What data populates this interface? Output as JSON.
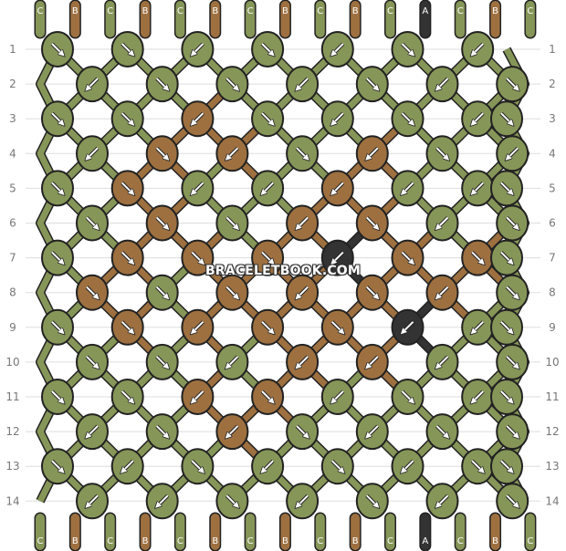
{
  "colors": {
    "A": "#333333",
    "B": "#9e7040",
    "C": "#869658",
    "outline": "#222222",
    "arrow": "#ffffff",
    "guideline": "#dddddd"
  },
  "top_strands": [
    "C",
    "B",
    "C",
    "B",
    "C",
    "B",
    "C",
    "B",
    "C",
    "B",
    "C",
    "A",
    "C",
    "B",
    "C"
  ],
  "bottom_strands": [
    "C",
    "B",
    "C",
    "B",
    "C",
    "B",
    "C",
    "B",
    "C",
    "B",
    "C",
    "A",
    "C",
    "B",
    "C"
  ],
  "row_labels": [
    "1",
    "2",
    "3",
    "4",
    "5",
    "6",
    "7",
    "8",
    "9",
    "10",
    "11",
    "12",
    "13",
    "14"
  ],
  "knot_colors": [
    [
      "C",
      "C",
      "C",
      "C",
      "C",
      "C",
      "C"
    ],
    [
      "C",
      "C",
      "C",
      "C",
      "C",
      "C",
      "C"
    ],
    [
      "C",
      "C",
      "B",
      "C",
      "C",
      "C",
      "C",
      "C"
    ],
    [
      "C",
      "B",
      "B",
      "C",
      "B",
      "C",
      "C"
    ],
    [
      "C",
      "B",
      "C",
      "C",
      "B",
      "C",
      "C",
      "C"
    ],
    [
      "C",
      "B",
      "C",
      "B",
      "B",
      "C",
      "C"
    ],
    [
      "C",
      "B",
      "B",
      "B",
      "A",
      "B",
      "B",
      "C"
    ],
    [
      "B",
      "C",
      "B",
      "B",
      "B",
      "B",
      "C"
    ],
    [
      "C",
      "B",
      "B",
      "B",
      "B",
      "A",
      "C",
      "C"
    ],
    [
      "C",
      "C",
      "C",
      "B",
      "B",
      "C",
      "C"
    ],
    [
      "C",
      "C",
      "B",
      "B",
      "C",
      "C",
      "C",
      "C"
    ],
    [
      "C",
      "C",
      "B",
      "C",
      "C",
      "C",
      "C"
    ],
    [
      "C",
      "C",
      "C",
      "C",
      "C",
      "C",
      "C",
      "C"
    ],
    [
      "C",
      "C",
      "C",
      "C",
      "C",
      "C",
      "C"
    ]
  ],
  "knot_arrows": [
    [
      "fwd",
      "fwdbk",
      "bkfwd",
      "fwdbk",
      "bkfwd",
      "fwdbk",
      "bkfwd"
    ],
    [
      "bkfwd",
      "fwdbk",
      "fwdbk",
      "bkfwd",
      "fwdbk",
      "bkfwd",
      "fwdbk"
    ],
    [
      "fwdbk",
      "fwdbk",
      "bkfwd",
      "fwd",
      "bkfwd",
      "fwdbk",
      "bkfwd",
      "fwd"
    ],
    [
      "bk",
      "fwd",
      "bkfwd",
      "fwdbk",
      "bk",
      "fwd",
      "bkfwd"
    ],
    [
      "fwd",
      "fwd",
      "bk",
      "bk",
      "bkfwd",
      "bk",
      "bk",
      "fwd"
    ],
    [
      "fwd",
      "fwd",
      "fwdbk",
      "bk",
      "fwd",
      "bk",
      "fwd"
    ],
    [
      "fwd",
      "fwdbk",
      "fwd",
      "fwdbk",
      "bk",
      "fwd",
      "fwd",
      "fwd"
    ],
    [
      "fwdbk",
      "fwd",
      "fwd",
      "bkfwd",
      "fwd",
      "bk",
      "fwd"
    ],
    [
      "fwd",
      "fwd",
      "bk",
      "fwdbk",
      "fwd",
      "bk",
      "bk",
      "fwd"
    ],
    [
      "fwd",
      "fwdbk",
      "bk",
      "bk",
      "bkfwd",
      "bk",
      "fwdbk"
    ],
    [
      "fwd",
      "fwd",
      "bk",
      "fwd",
      "bkfwd",
      "fwdbk",
      "bkfwd",
      "fwd"
    ],
    [
      "bk",
      "fwd",
      "bk",
      "fwdbk",
      "bkfwd",
      "fwdbk",
      "fwdbk"
    ],
    [
      "fwd",
      "bkfwd",
      "fwdbk",
      "bkfwd",
      "fwdbk",
      "bkfwd",
      "fwdbk",
      "fwd"
    ],
    [
      "bk",
      "bkfwd",
      "fwdbk",
      "bkfwd",
      "fwdbk",
      "bkfwd",
      "fwdbk"
    ]
  ],
  "watermark": "BRACELETBOOK.COM"
}
